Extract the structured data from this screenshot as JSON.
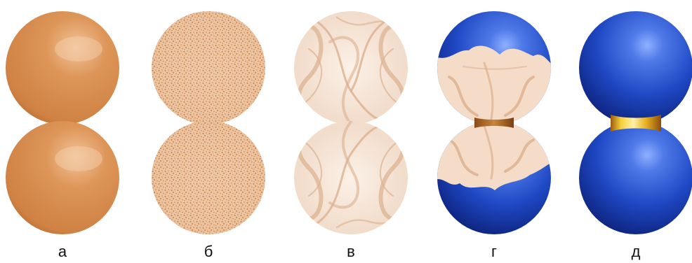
{
  "panels": [
    {
      "id": "a",
      "label": "а",
      "style": "smooth-copper"
    },
    {
      "id": "b",
      "label": "б",
      "style": "speckled-copper"
    },
    {
      "id": "v",
      "label": "в",
      "style": "swirled-marble"
    },
    {
      "id": "g",
      "label": "г",
      "style": "blue-with-marble-band"
    },
    {
      "id": "d",
      "label": "д",
      "style": "blue-with-gold-neck"
    }
  ],
  "colors": {
    "copper": "#d4884a",
    "copper_light": "#e9b486",
    "copper_dark": "#b86a30",
    "speckle": "#c47a3c",
    "marble_light": "#f8e9dc",
    "marble_vein": "#dcb08e",
    "blue": "#1d47c2",
    "blue_light": "#5d86ee",
    "blue_dark": "#0c1f7a",
    "gold": "#e8b020",
    "gold_dark": "#9a5a10"
  }
}
